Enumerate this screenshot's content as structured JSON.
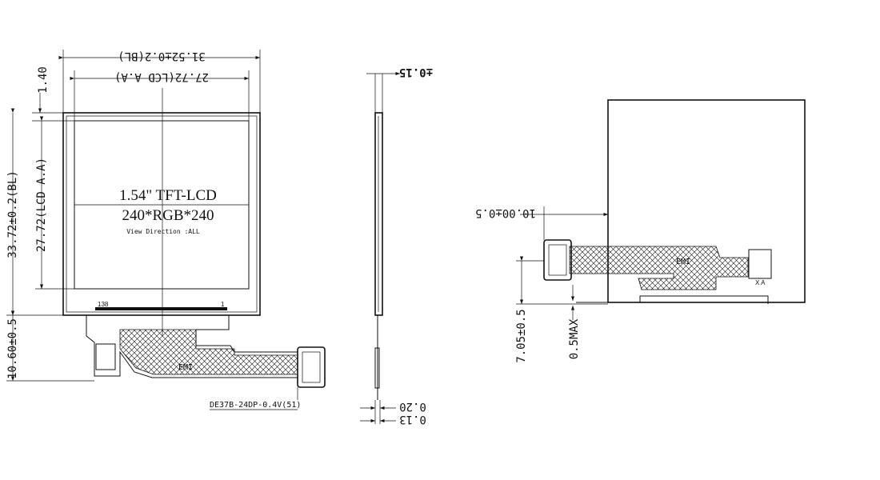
{
  "front_view": {
    "dim_bl_width": "31.52±0.2(BL)",
    "dim_aa_width": "27.72(LCD A.A)",
    "dim_top_margin": "1.40",
    "dim_bl_height": "33.72±0.2(BL)",
    "dim_aa_height": "27.72(LCD A.A)",
    "dim_fpc_length": "10.60±0.5",
    "lcd_title": "1.54\" TFT-LCD",
    "lcd_resolution": "240*RGB*240",
    "view_direction": "View Direction :ALL",
    "pin_start": "138",
    "pin_end": "1",
    "emi_label": "EMI",
    "connector_label": "DE37B-24DP-0.4V(51)"
  },
  "side_view": {
    "dim_top_tolerance": "±0.15",
    "dim_thickness_a": "0.20",
    "dim_thickness_b": "0.13"
  },
  "back_view": {
    "dim_offset": "10.00±0.5",
    "dim_fpc_height": "7.05±0.5",
    "dim_max": "0.5MAX",
    "emi_label": "EMI",
    "connector_mark": "X A"
  }
}
